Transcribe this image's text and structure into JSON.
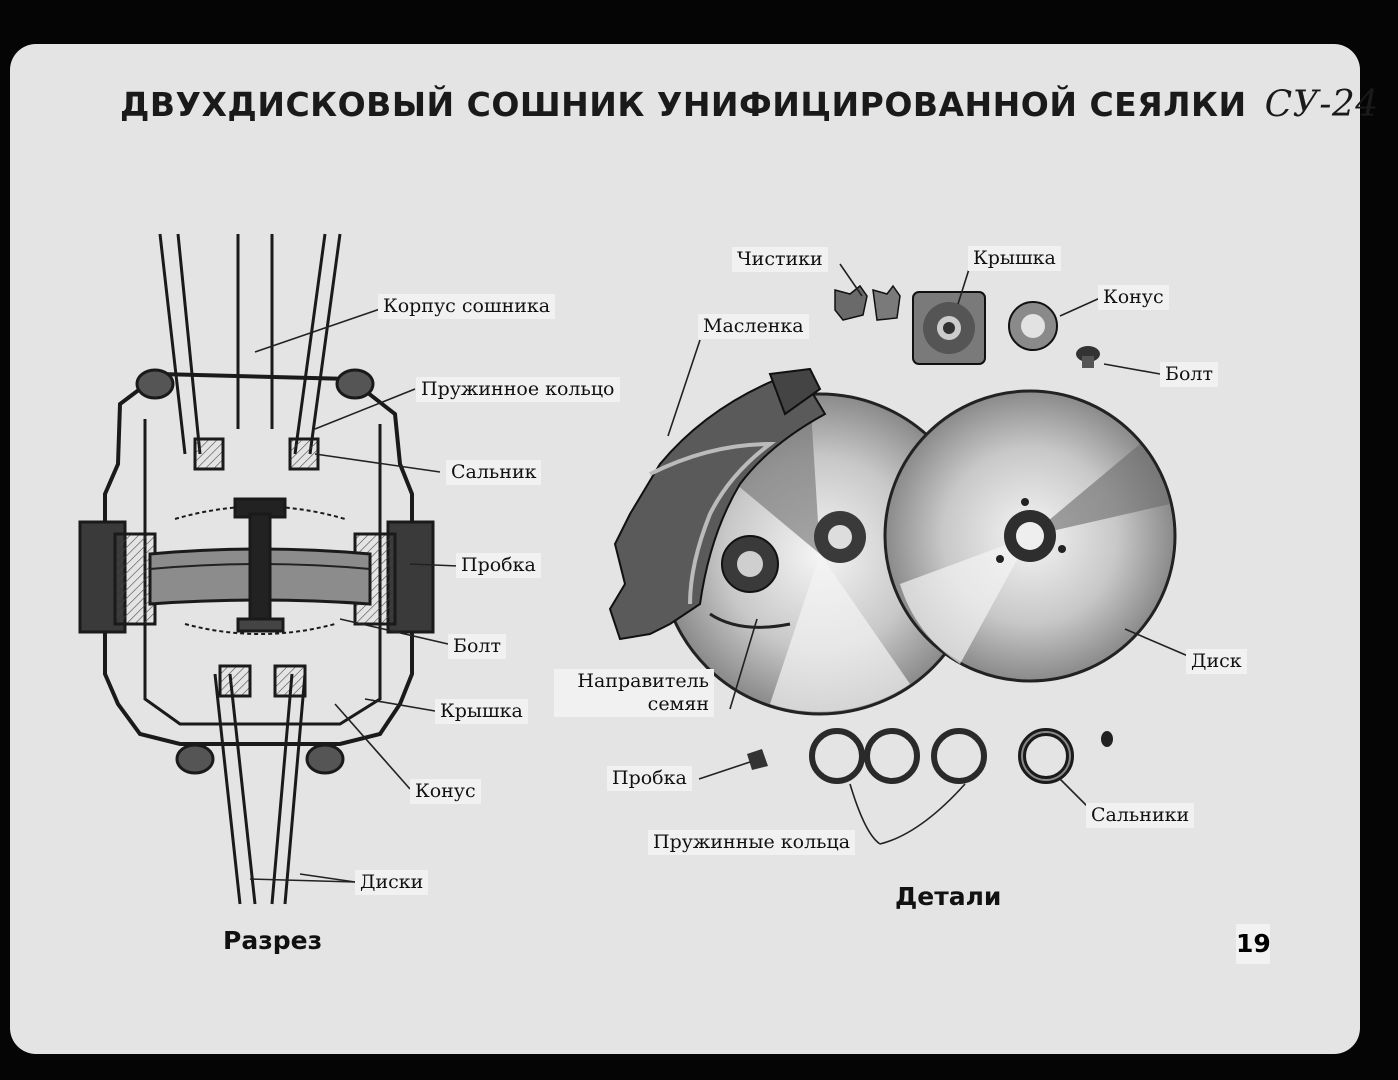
{
  "title": {
    "main": "ДВУХДИСКОВЫЙ СОШНИК УНИФИЦИРОВАННОЙ СЕЯЛКИ",
    "model": "СУ-24"
  },
  "section": {
    "caption": "Разрез",
    "labels": {
      "body": "Корпус сошника",
      "spring_ring": "Пружинное кольцо",
      "seal": "Сальник",
      "plug": "Пробка",
      "bolt": "Болт",
      "cover": "Крышка",
      "cone": "Конус",
      "discs": "Диски"
    }
  },
  "parts": {
    "caption": "Детали",
    "labels": {
      "cleaners": "Чистики",
      "cover": "Крышка",
      "cone": "Конус",
      "bolt": "Болт",
      "oiler": "Масленка",
      "seed_guide": "Направитель семян",
      "disc": "Диск",
      "plug": "Пробка",
      "spring_rings": "Пружинные кольца",
      "seals": "Сальники"
    }
  },
  "page_number": "19"
}
